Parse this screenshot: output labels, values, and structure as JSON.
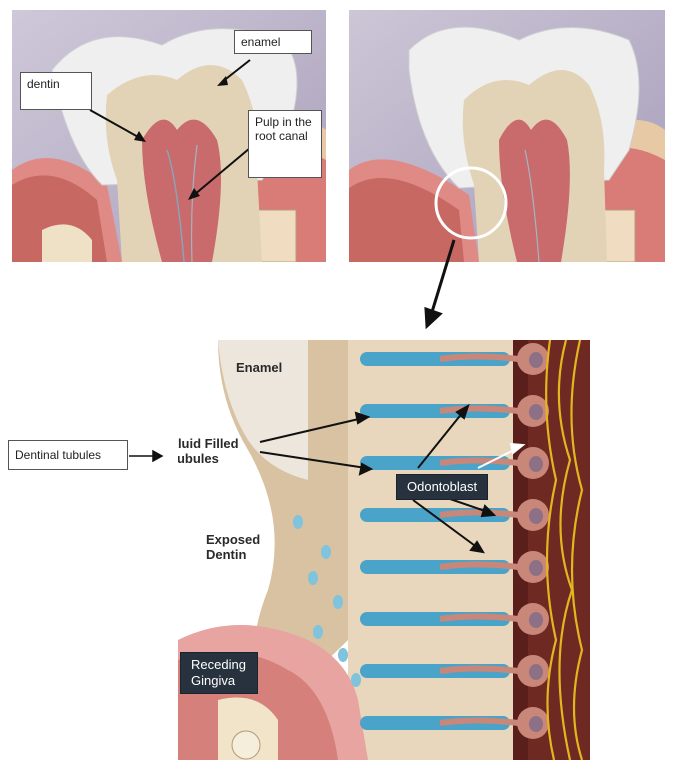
{
  "top_left": {
    "labels": {
      "enamel": "enamel",
      "dentin": "dentin",
      "pulp": "Pulp in the root canal"
    }
  },
  "bottom": {
    "labels": {
      "dentinal_tubules": "Dentinal tubules",
      "enamel": "Enamel",
      "fluid_filled_tubules": "Fluid Filled Tubules",
      "exposed_dentin": "Exposed Dentin",
      "odontoblast": "Odontoblast",
      "receding_gingiva": "Receding Gingiva"
    }
  },
  "colors": {
    "enamel": "#efefef",
    "dentin": "#e3d3b6",
    "pulp": "#c96a6d",
    "gum": "#e08a86",
    "background": "#bdb5c9",
    "tubule": "#4aa3c8",
    "nerve": "#e3b620",
    "odontoblast_cell": "#c9877a"
  }
}
